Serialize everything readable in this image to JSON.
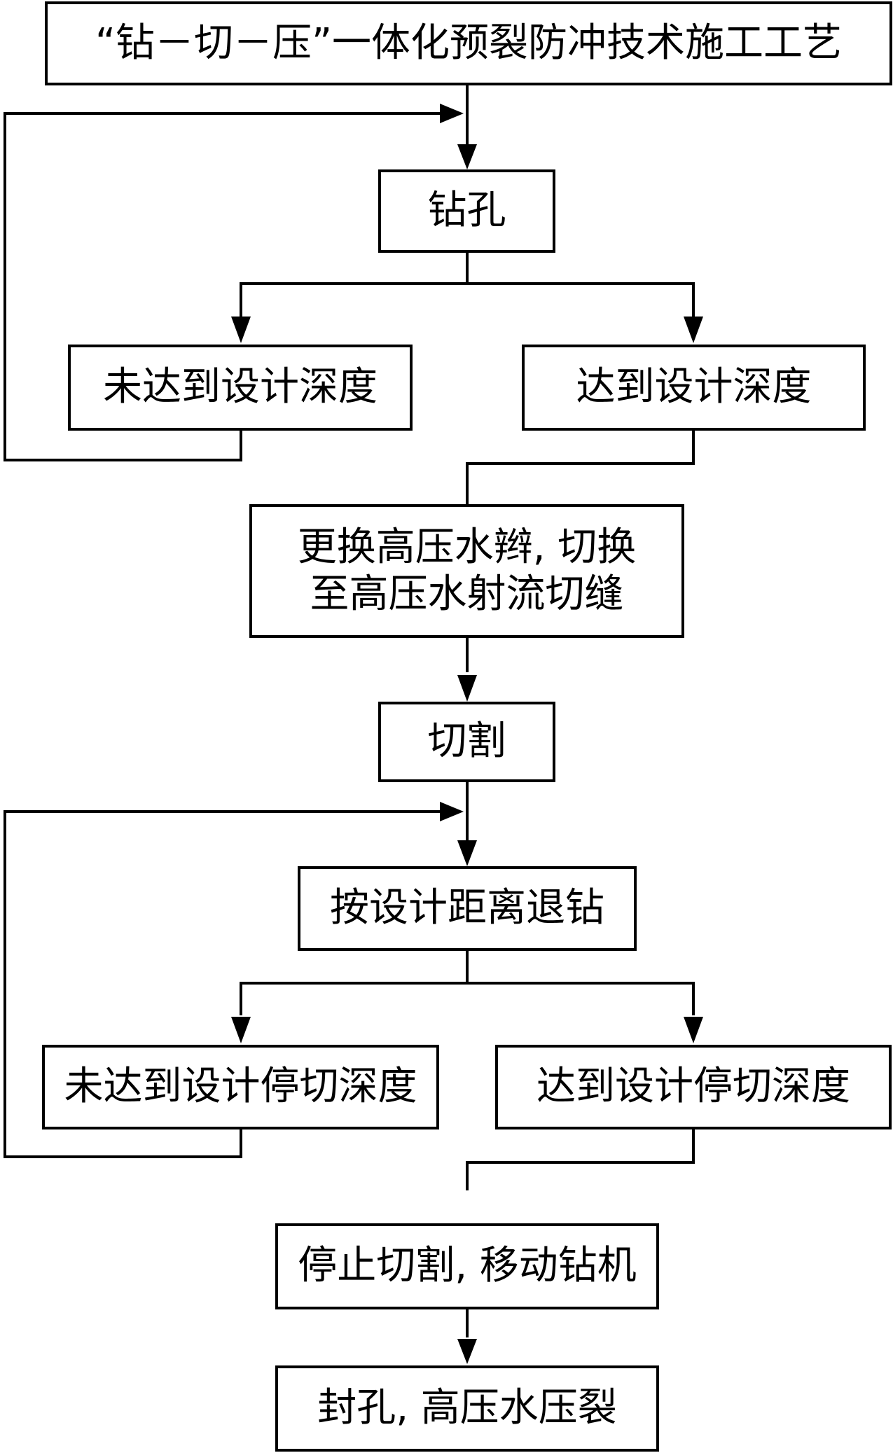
{
  "flowchart": {
    "title": "“钻－切－压”一体化预裂防冲技术施工工艺",
    "drill": "钻孔",
    "drill_not_reached": "未达到设计深度",
    "drill_reached": "达到设计深度",
    "switch_line1": "更换高压水辫, 切换",
    "switch_line2": "至高压水射流切缝",
    "cut": "切割",
    "retract": "按设计距离退钻",
    "cut_not_reached": "未达到设计停切深度",
    "cut_reached": "达到设计停切深度",
    "stop": "停止切割, 移动钻机",
    "seal": "封孔, 高压水压裂"
  }
}
